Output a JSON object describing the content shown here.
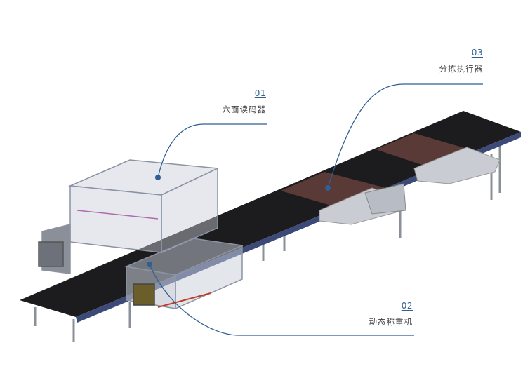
{
  "callouts": [
    {
      "number": "01",
      "label": "六面读码器"
    },
    {
      "number": "02",
      "label": "动态称重机"
    },
    {
      "number": "03",
      "label": "分拣执行器"
    }
  ],
  "colors": {
    "accent": "#2f5f93",
    "belt": "#1c1c1e",
    "frame": "#9aa4b4",
    "legs": "#3c4a78",
    "sorter_grid": "#5a3a36"
  }
}
